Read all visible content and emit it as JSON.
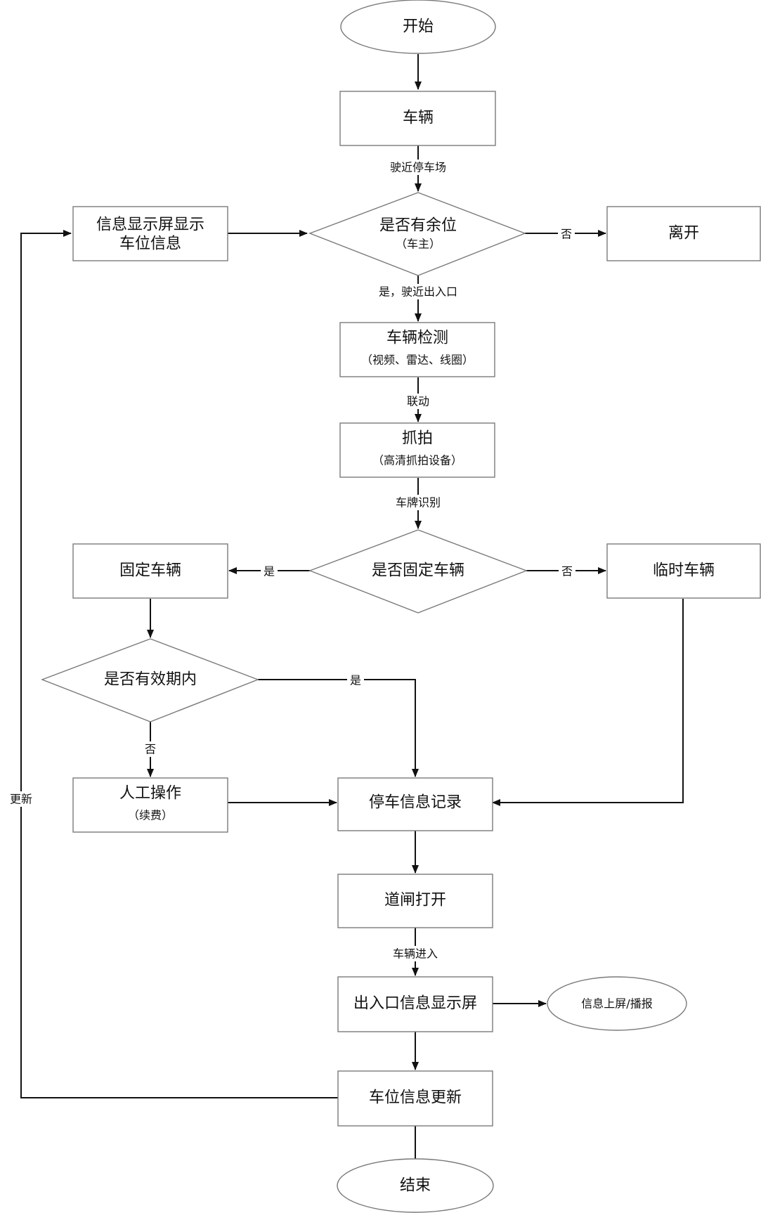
{
  "nodes": {
    "start": "开始",
    "vehicle": "车辆",
    "display_screen": {
      "line1": "信息显示屏显示",
      "line2": "车位信息"
    },
    "has_space": {
      "title": "是否有余位",
      "sub": "（车主）"
    },
    "leave": "离开",
    "detect": {
      "title": "车辆检测",
      "sub": "（视频、雷达、线圈）"
    },
    "capture": {
      "title": "抓拍",
      "sub": "（高清抓拍设备）"
    },
    "is_fixed": "是否固定车辆",
    "fixed": "固定车辆",
    "temp": "临时车辆",
    "in_validity": "是否有效期内",
    "manual": {
      "title": "人工操作",
      "sub": "（续费）"
    },
    "record": "停车信息记录",
    "gate_open": "道闸打开",
    "entrance_screen": "出入口信息显示屏",
    "announce": "信息上屏/播报",
    "space_update": "车位信息更新",
    "end": "结束"
  },
  "edges": {
    "approach_lot": "驶近停车场",
    "no_space": "否",
    "yes_approach": "是，驶近出入口",
    "linkage": "联动",
    "plate_recognition": "车牌识别",
    "fixed_yes": "是",
    "fixed_no": "否",
    "valid_yes": "是",
    "valid_no": "否",
    "vehicle_enter": "车辆进入",
    "update": "更新"
  }
}
